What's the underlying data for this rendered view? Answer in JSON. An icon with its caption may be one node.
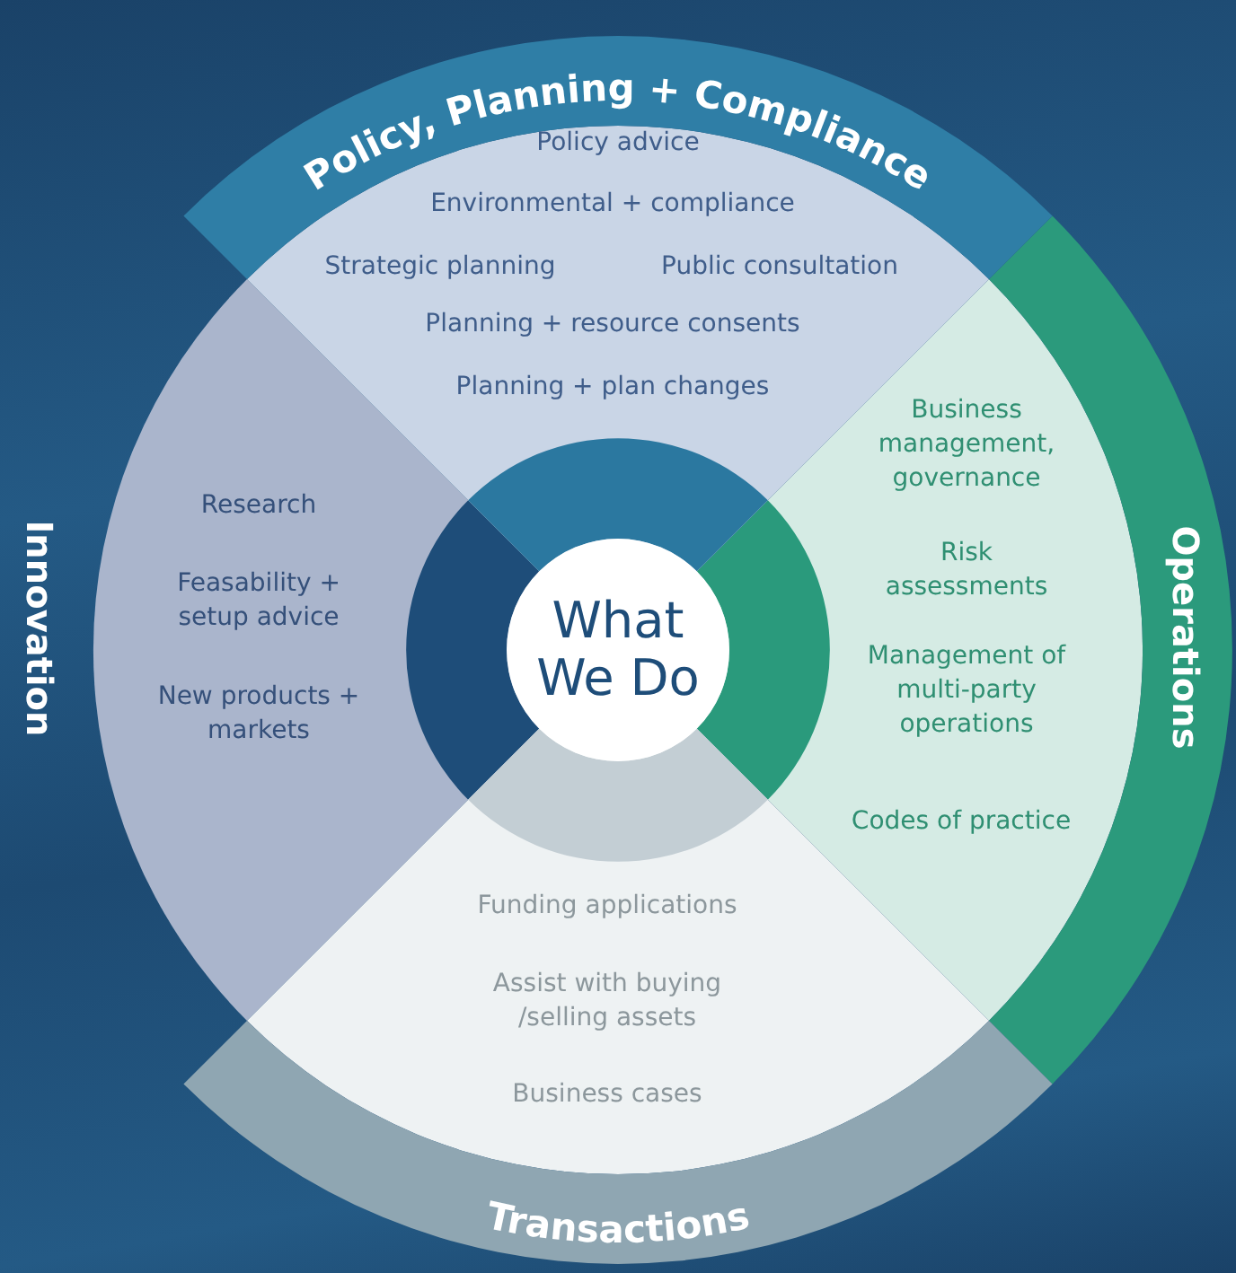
{
  "diagram": {
    "nodes": [
      {
        "text": [
          "Policy, Planning + Compliance",
          "Policy advice",
          "Environmental + compliance",
          "Strategic planning",
          "Public consultation",
          "Planning + resource consents",
          "Planning + plan changes"
        ]
      },
      {
        "text": [
          "Innovation",
          "Research",
          "Feasability + setup advice",
          "New products + markets"
        ]
      },
      {
        "text": [
          "What We Do"
        ]
      },
      {
        "text": [
          "Operations",
          "Business management, governance",
          "Risk assessments",
          "Management of multi-party operations",
          "Codes of practice"
        ]
      },
      {
        "text": [
          "Funding applications",
          "Assist with buying /selling assets",
          "Business cases",
          "Transactions"
        ]
      }
    ]
  }
}
